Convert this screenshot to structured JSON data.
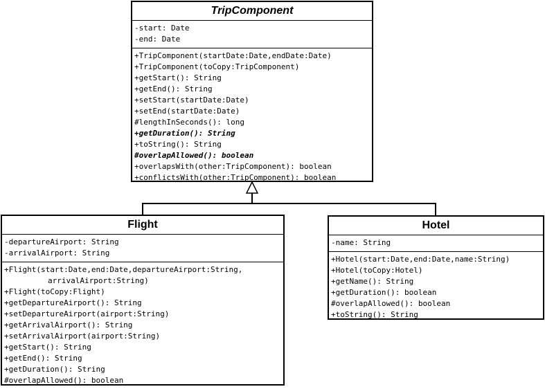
{
  "classes": {
    "trip_component": {
      "name": "TripComponent",
      "attributes": [
        "-start: Date",
        "-end: Date"
      ],
      "methods": [
        {
          "text": "+TripComponent(startDate:Date,endDate:Date)",
          "abstract": false
        },
        {
          "text": "+TripComponent(toCopy:TripComponent)",
          "abstract": false
        },
        {
          "text": "+getStart(): String",
          "abstract": false
        },
        {
          "text": "+getEnd(): String",
          "abstract": false
        },
        {
          "text": "+setStart(startDate:Date)",
          "abstract": false
        },
        {
          "text": "+setEnd(startDate:Date)",
          "abstract": false
        },
        {
          "text": "#lengthInSeconds(): long",
          "abstract": false
        },
        {
          "text": "+getDuration(): String",
          "abstract": true
        },
        {
          "text": "+toString(): String",
          "abstract": false
        },
        {
          "text": "#overlapAllowed(): boolean",
          "abstract": true
        },
        {
          "text": "+overlapsWith(other:TripComponent): boolean",
          "abstract": false
        },
        {
          "text": "+conflictsWith(other:TripComponent): boolean",
          "abstract": false
        }
      ]
    },
    "flight": {
      "name": "Flight",
      "attributes": [
        "-departureAirport: String",
        "-arrivalAirport: String"
      ],
      "methods": [
        {
          "text": "+Flight(start:Date,end:Date,departureAirport:String,",
          "abstract": false,
          "cont": false
        },
        {
          "text": "arrivalAirport:String)",
          "abstract": false,
          "cont": true
        },
        {
          "text": "+Flight(toCopy:Flight)",
          "abstract": false,
          "cont": false
        },
        {
          "text": "+getDepartureAirport(): String",
          "abstract": false,
          "cont": false
        },
        {
          "text": "+setDepartureAirport(airport:String)",
          "abstract": false,
          "cont": false
        },
        {
          "text": "+getArrivalAirport(): String",
          "abstract": false,
          "cont": false
        },
        {
          "text": "+setArrivalAirport(airport:String)",
          "abstract": false,
          "cont": false
        },
        {
          "text": "+getStart(): String",
          "abstract": false,
          "cont": false
        },
        {
          "text": "+getEnd(): String",
          "abstract": false,
          "cont": false
        },
        {
          "text": "+getDuration(): String",
          "abstract": false,
          "cont": false
        },
        {
          "text": "#overlapAllowed(): boolean",
          "abstract": false,
          "cont": false
        }
      ]
    },
    "hotel": {
      "name": "Hotel",
      "attributes": [
        "-name: String"
      ],
      "methods": [
        {
          "text": "+Hotel(start:Date,end:Date,name:String)",
          "abstract": false
        },
        {
          "text": "+Hotel(toCopy:Hotel)",
          "abstract": false
        },
        {
          "text": "+getName(): String",
          "abstract": false
        },
        {
          "text": "+getDuration(): boolean",
          "abstract": false
        },
        {
          "text": "#overlapAllowed(): boolean",
          "abstract": false
        },
        {
          "text": "+toString(): String",
          "abstract": false
        }
      ]
    }
  },
  "relations": [
    {
      "type": "generalization",
      "from": "Flight",
      "to": "TripComponent"
    },
    {
      "type": "generalization",
      "from": "Hotel",
      "to": "TripComponent"
    }
  ]
}
